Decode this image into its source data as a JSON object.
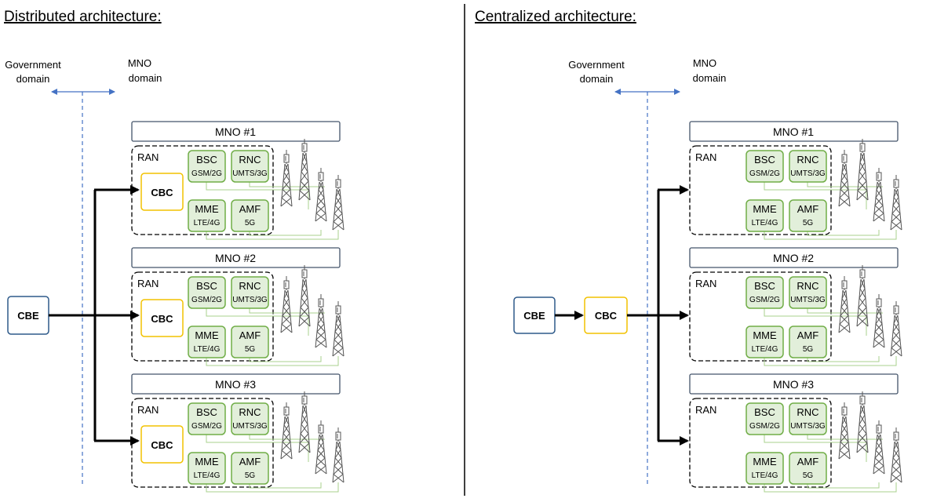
{
  "left": {
    "title": "Distributed architecture:",
    "gov_domain": [
      "Government",
      "domain"
    ],
    "mno_domain": [
      "MNO",
      "domain"
    ],
    "cbe": "CBE",
    "mnos": [
      {
        "header": "MNO #1",
        "ran": "RAN",
        "cbc": "CBC"
      },
      {
        "header": "MNO #2",
        "ran": "RAN",
        "cbc": "CBC"
      },
      {
        "header": "MNO #3",
        "ran": "RAN",
        "cbc": "CBC"
      }
    ]
  },
  "right": {
    "title": "Centralized architecture:",
    "gov_domain": [
      "Government",
      "domain"
    ],
    "mno_domain": [
      "MNO",
      "domain"
    ],
    "cbe": "CBE",
    "cbc": "CBC",
    "mnos": [
      {
        "header": "MNO #1",
        "ran": "RAN"
      },
      {
        "header": "MNO #2",
        "ran": "RAN"
      },
      {
        "header": "MNO #3",
        "ran": "RAN"
      }
    ]
  },
  "nodes": {
    "bsc": {
      "name": "BSC",
      "sub": "GSM/2G"
    },
    "rnc": {
      "name": "RNC",
      "sub": "UMTS/3G"
    },
    "mme": {
      "name": "MME",
      "sub": "LTE/4G"
    },
    "amf": {
      "name": "AMF",
      "sub": "5G"
    }
  },
  "colors": {
    "mno_header_border": "#44546a",
    "cbe_border": "#2e5a8a",
    "cbc_border": "#f2c200",
    "node_fill": "#e2efda",
    "node_border": "#70ad47",
    "domain_line": "#4472c4",
    "divider": "#000000"
  }
}
